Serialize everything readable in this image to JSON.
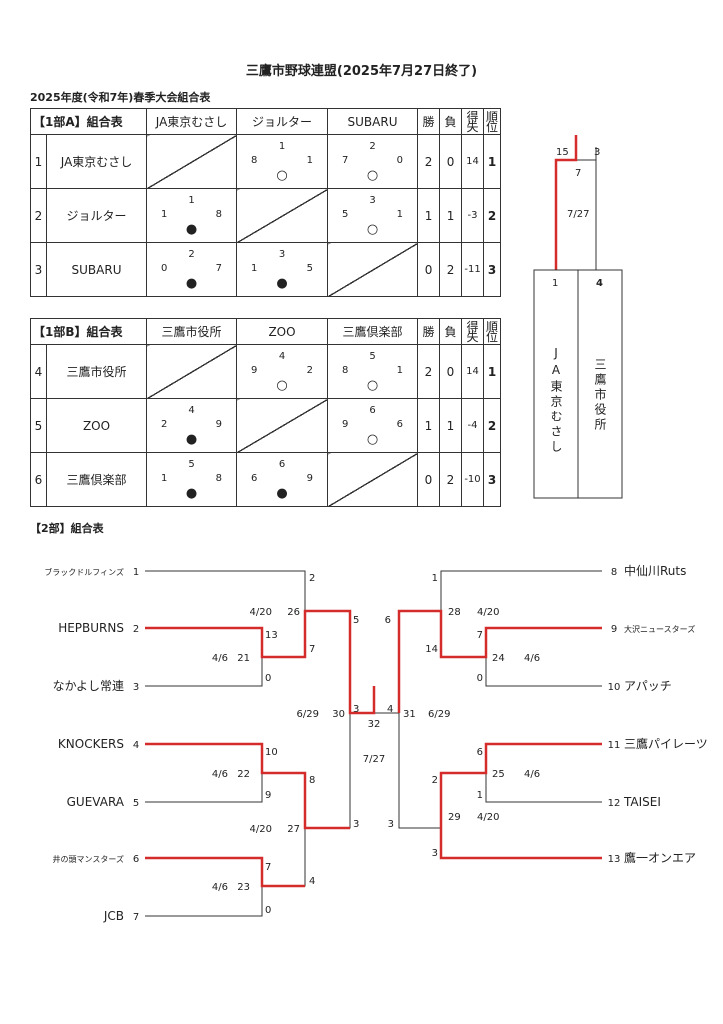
{
  "header": {
    "title": "三鷹市野球連盟(2025年7月27日終了)",
    "subtitle": "2025年度(令和7年)春季大会組合表"
  },
  "groupA": {
    "name": "【1部A】組合表",
    "columns": [
      "JA東京むさし",
      "ジョルター",
      "SUBARU"
    ],
    "stat_headers": {
      "win": "勝",
      "loss": "負",
      "diff": "得失",
      "rank": "順位"
    },
    "rows": [
      {
        "no": "1",
        "team": "JA東京むさし",
        "cells": [
          null,
          {
            "g": "1",
            "a": "8",
            "b": "1",
            "m": "○"
          },
          {
            "g": "2",
            "a": "7",
            "b": "0",
            "m": "○"
          }
        ],
        "win": "2",
        "loss": "0",
        "diff": "14",
        "rank": "1"
      },
      {
        "no": "2",
        "team": "ジョルター",
        "cells": [
          {
            "g": "1",
            "a": "1",
            "b": "8",
            "m": "●"
          },
          null,
          {
            "g": "3",
            "a": "5",
            "b": "1",
            "m": "○"
          }
        ],
        "win": "1",
        "loss": "1",
        "diff": "-3",
        "rank": "2"
      },
      {
        "no": "3",
        "team": "SUBARU",
        "cells": [
          {
            "g": "2",
            "a": "0",
            "b": "7",
            "m": "●"
          },
          {
            "g": "3",
            "a": "1",
            "b": "5",
            "m": "●"
          },
          null
        ],
        "win": "0",
        "loss": "2",
        "diff": "-11",
        "rank": "3"
      }
    ]
  },
  "groupB": {
    "name": "【1部B】組合表",
    "columns": [
      "三鷹市役所",
      "ZOO",
      "三鷹倶楽部"
    ],
    "stat_headers": {
      "win": "勝",
      "loss": "負",
      "diff": "得失",
      "rank": "順位"
    },
    "rows": [
      {
        "no": "4",
        "team": "三鷹市役所",
        "cells": [
          null,
          {
            "g": "4",
            "a": "9",
            "b": "2",
            "m": "○"
          },
          {
            "g": "5",
            "a": "8",
            "b": "1",
            "m": "○"
          }
        ],
        "win": "2",
        "loss": "0",
        "diff": "14",
        "rank": "1"
      },
      {
        "no": "5",
        "team": "ZOO",
        "cells": [
          {
            "g": "4",
            "a": "2",
            "b": "9",
            "m": "●"
          },
          null,
          {
            "g": "6",
            "a": "9",
            "b": "6",
            "m": "○"
          }
        ],
        "win": "1",
        "loss": "1",
        "diff": "-4",
        "rank": "2"
      },
      {
        "no": "6",
        "team": "三鷹倶楽部",
        "cells": [
          {
            "g": "5",
            "a": "1",
            "b": "8",
            "m": "●"
          },
          {
            "g": "6",
            "a": "6",
            "b": "9",
            "m": "●"
          },
          null
        ],
        "win": "0",
        "loss": "2",
        "diff": "-10",
        "rank": "3"
      }
    ]
  },
  "div1_final": {
    "score_left": "15",
    "score_right": "3",
    "game_no": "7",
    "date": "7/27",
    "left_no": "1",
    "right_no": "4",
    "left_team": "JA東京むさし",
    "right_team": "三鷹市役所"
  },
  "div2": {
    "title": "【2部】組合表",
    "left_teams": [
      {
        "name": "ブラックドルフィンズ",
        "no": "1"
      },
      {
        "name": "HEPBURNS",
        "no": "2"
      },
      {
        "name": "なかよし常連",
        "no": "3"
      },
      {
        "name": "KNOCKERS",
        "no": "4"
      },
      {
        "name": "GUEVARA",
        "no": "5"
      },
      {
        "name": "井の頭マンスターズ",
        "no": "6"
      },
      {
        "name": "JCB",
        "no": "7"
      }
    ],
    "right_teams": [
      {
        "name": "中仙川Ruts",
        "no": "8"
      },
      {
        "name": "大沢ニュースターズ",
        "no": "9"
      },
      {
        "name": "アパッチ",
        "no": "10"
      },
      {
        "name": "三鷹パイレーツ",
        "no": "11"
      },
      {
        "name": "TAISEI",
        "no": "12"
      },
      {
        "name": "鷹一オンエア",
        "no": "13"
      }
    ],
    "labels": {
      "l_r1a_g": "21",
      "l_r1a_d": "4/6",
      "l_r1a_t": "13",
      "l_r1a_b": "0",
      "l_r1b_g": "22",
      "l_r1b_d": "4/6",
      "l_r1b_t": "10",
      "l_r1b_b": "9",
      "l_r1c_g": "23",
      "l_r1c_d": "4/6",
      "l_r1c_t": "7",
      "l_r1c_b": "0",
      "l_r2a_g": "26",
      "l_r2a_d": "4/20",
      "l_r2a_t": "2",
      "l_r2a_b": "7",
      "l_r2b_g": "27",
      "l_r2b_d": "4/20",
      "l_r2b_t": "8",
      "l_r2b_b": "4",
      "l_sf_g": "30",
      "l_sf_d": "6/29",
      "l_sf_t": "5",
      "l_sf_b": "3",
      "l_sf_w": "3",
      "final_g": "32",
      "final_d": "7/27",
      "final_w": "4",
      "r_sf_g": "31",
      "r_sf_d": "6/29",
      "r_sf_t": "6",
      "r_sf_b": "3",
      "r_r2a_g": "28",
      "r_r2a_d": "4/20",
      "r_r2a_t": "1",
      "r_r2a_b": "14",
      "r_r1a_g": "24",
      "r_r1a_d": "4/6",
      "r_r1a_t": "7",
      "r_r1a_b": "0",
      "r_r1b_g": "25",
      "r_r1b_d": "4/6",
      "r_r1b_t": "6",
      "r_r1b_b": "1",
      "r_r2b_g": "29",
      "r_r2b_d": "4/20",
      "r_r2b_t": "2",
      "r_r2b_b": "3"
    }
  },
  "colors": {
    "winner_line": "#d42b2b",
    "line": "#333333"
  }
}
